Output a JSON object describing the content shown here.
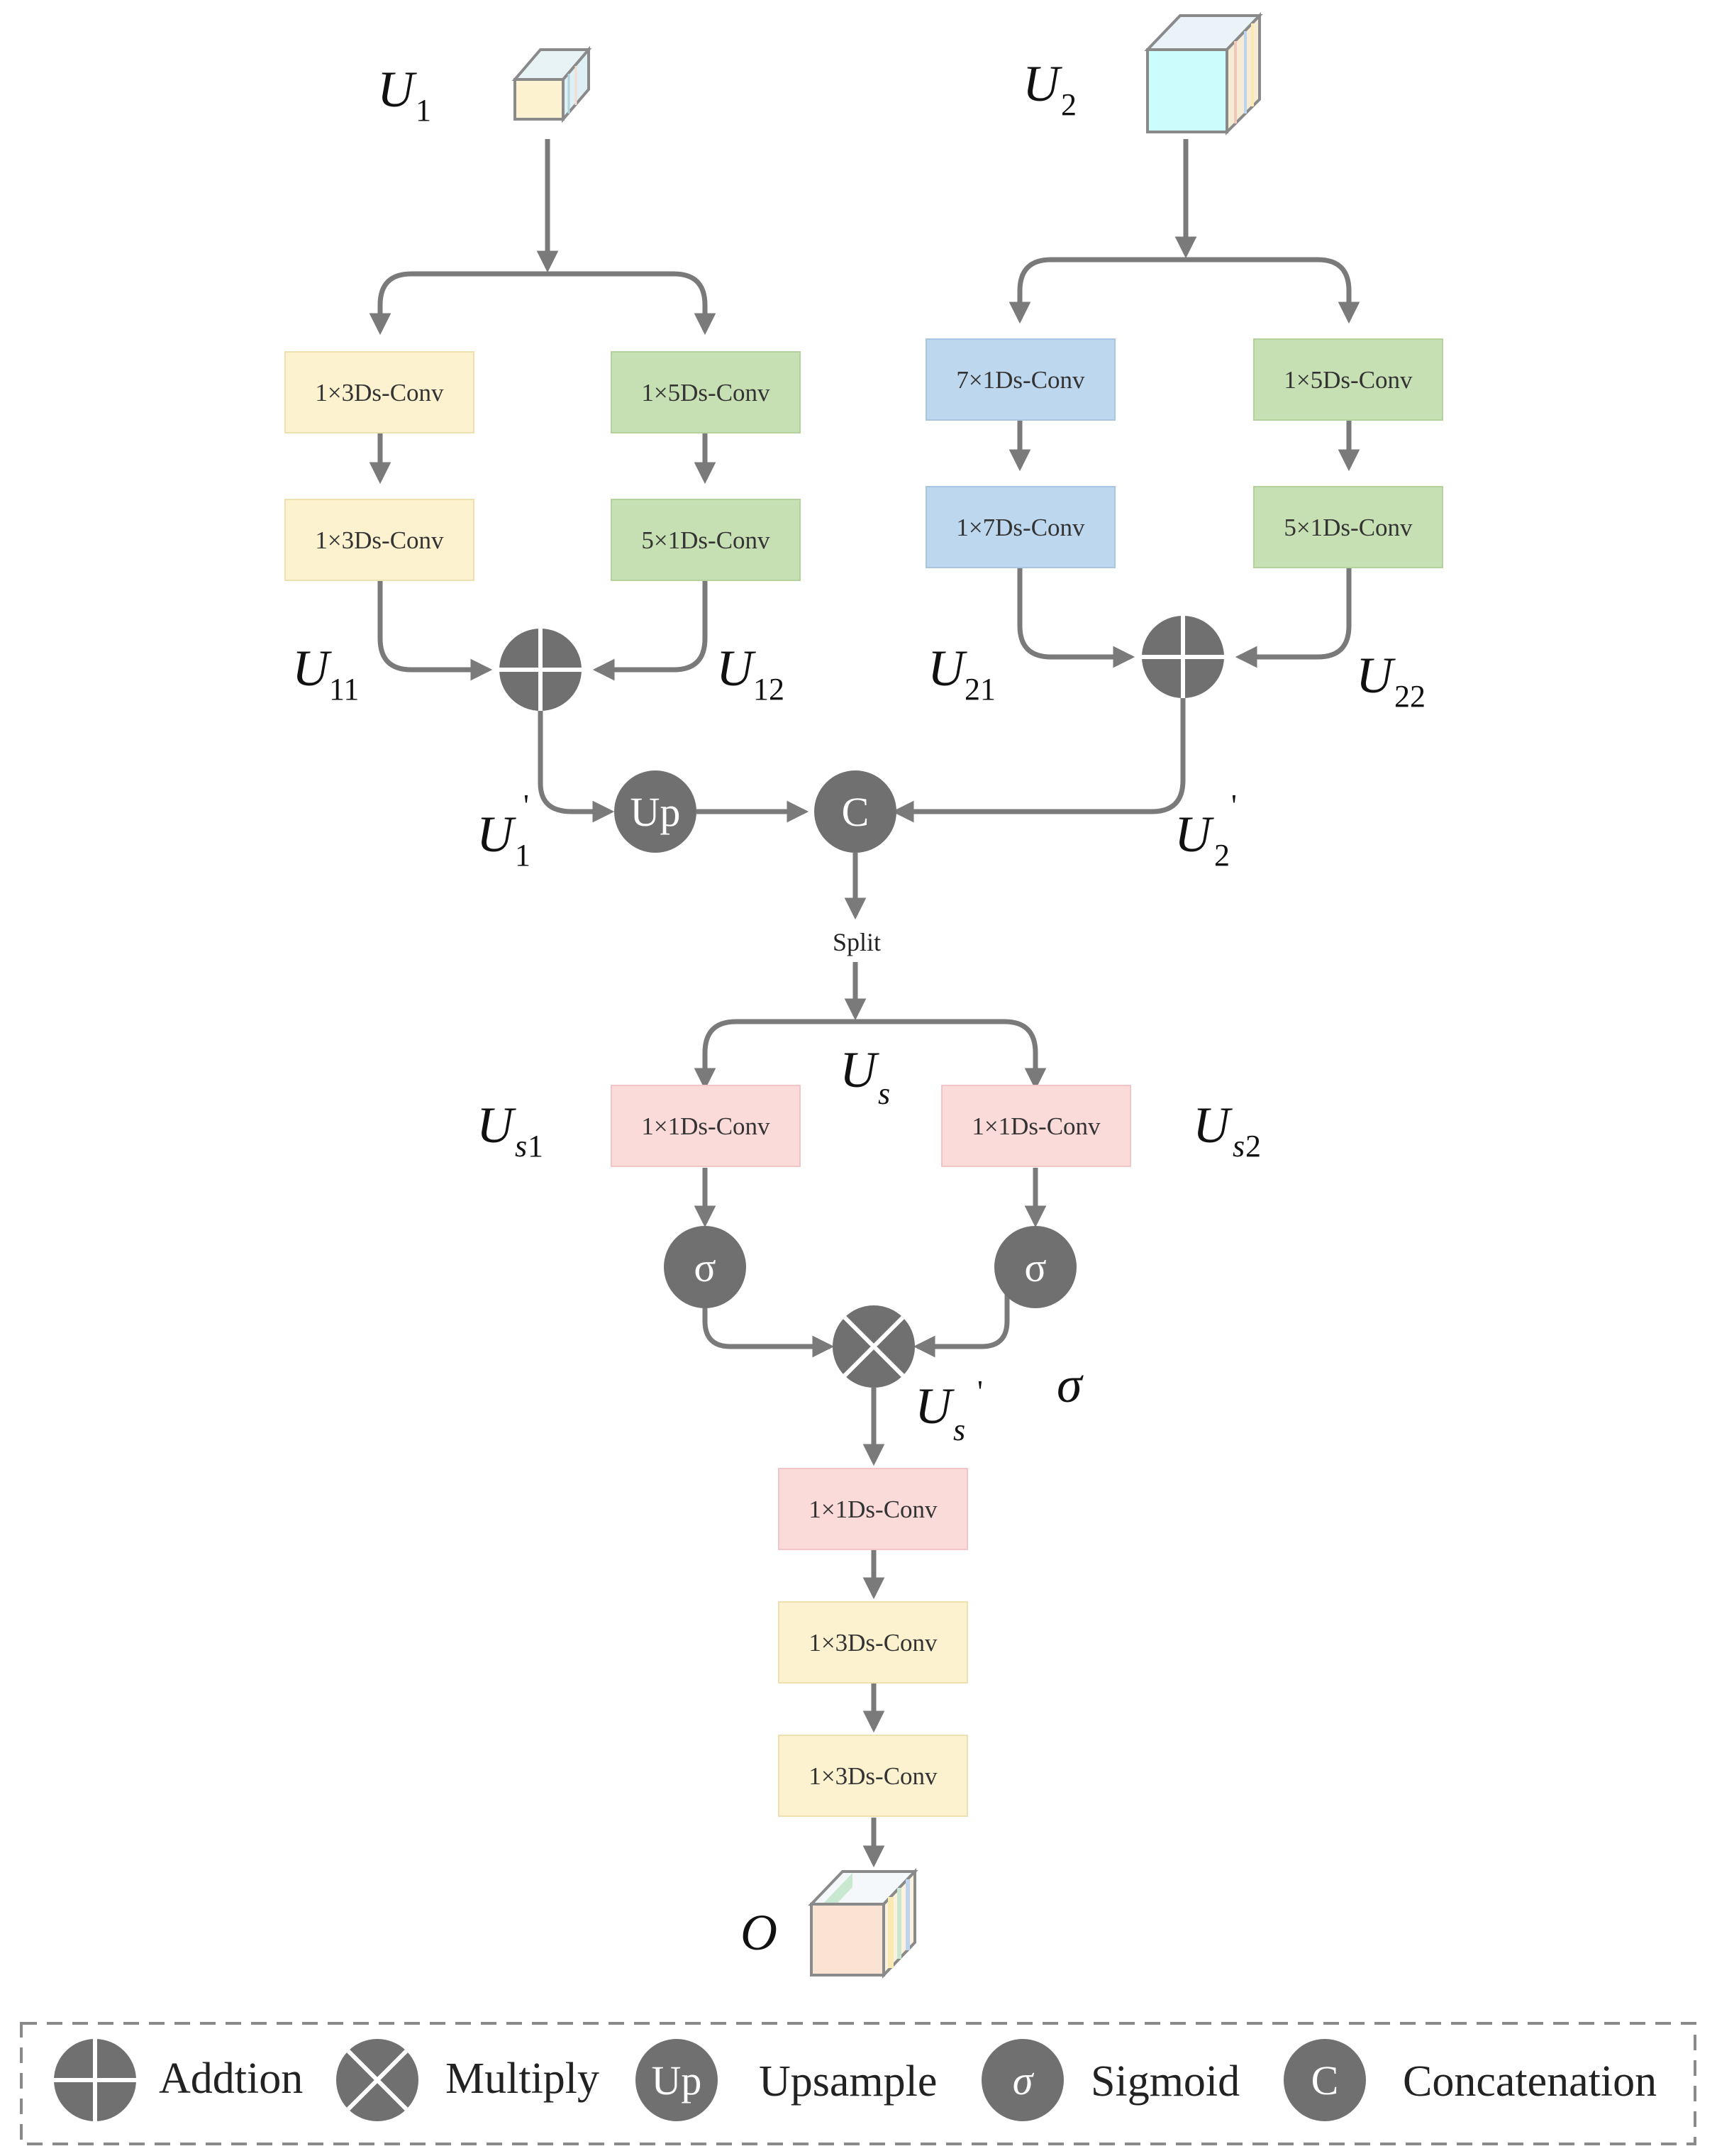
{
  "colors": {
    "yellow_box": "#fdf2cf",
    "green_box": "#c6e0b4",
    "blue_box": "#bdd7ee",
    "pink_box": "#fbdada",
    "node_gray": "#707070",
    "line_gray": "#7a7a7a",
    "cube_cyan": "#ccfcfc",
    "cube_yellow": "#fdf2cf",
    "cube_peach": "#fae3d2"
  },
  "boxes": {
    "u1_left_top": "1×3Ds-Conv",
    "u1_left_bottom": "1×3Ds-Conv",
    "u1_right_top": "1×5Ds-Conv",
    "u1_right_bottom": "5×1Ds-Conv",
    "u2_left_top": "7×1Ds-Conv",
    "u2_left_bottom": "1×7Ds-Conv",
    "u2_right_top": "1×5Ds-Conv",
    "u2_right_bottom": "5×1Ds-Conv",
    "split_left": "1×1Ds-Conv",
    "split_right": "1×1Ds-Conv",
    "final_1": "1×1Ds-Conv",
    "final_2": "1×3Ds-Conv",
    "final_3": "1×3Ds-Conv"
  },
  "labels": {
    "U": "U",
    "O": "O",
    "sub_1": "1",
    "sub_2": "2",
    "sub_11": "11",
    "sub_12": "12",
    "sub_21": "21",
    "sub_22": "22",
    "sub_s": "s",
    "prime": "'",
    "sigma": "σ",
    "split": "Split"
  },
  "nodes": {
    "up": "Up",
    "concat": "C",
    "sigmoid": "σ"
  },
  "legend": {
    "addition": "Addtion",
    "multiply": "Multiply",
    "up_icon": "Up",
    "upsample": "Upsample",
    "sigma_icon": "σ",
    "sigmoid": "Sigmoid",
    "c_icon": "C",
    "concatenation": "Concatenation"
  }
}
